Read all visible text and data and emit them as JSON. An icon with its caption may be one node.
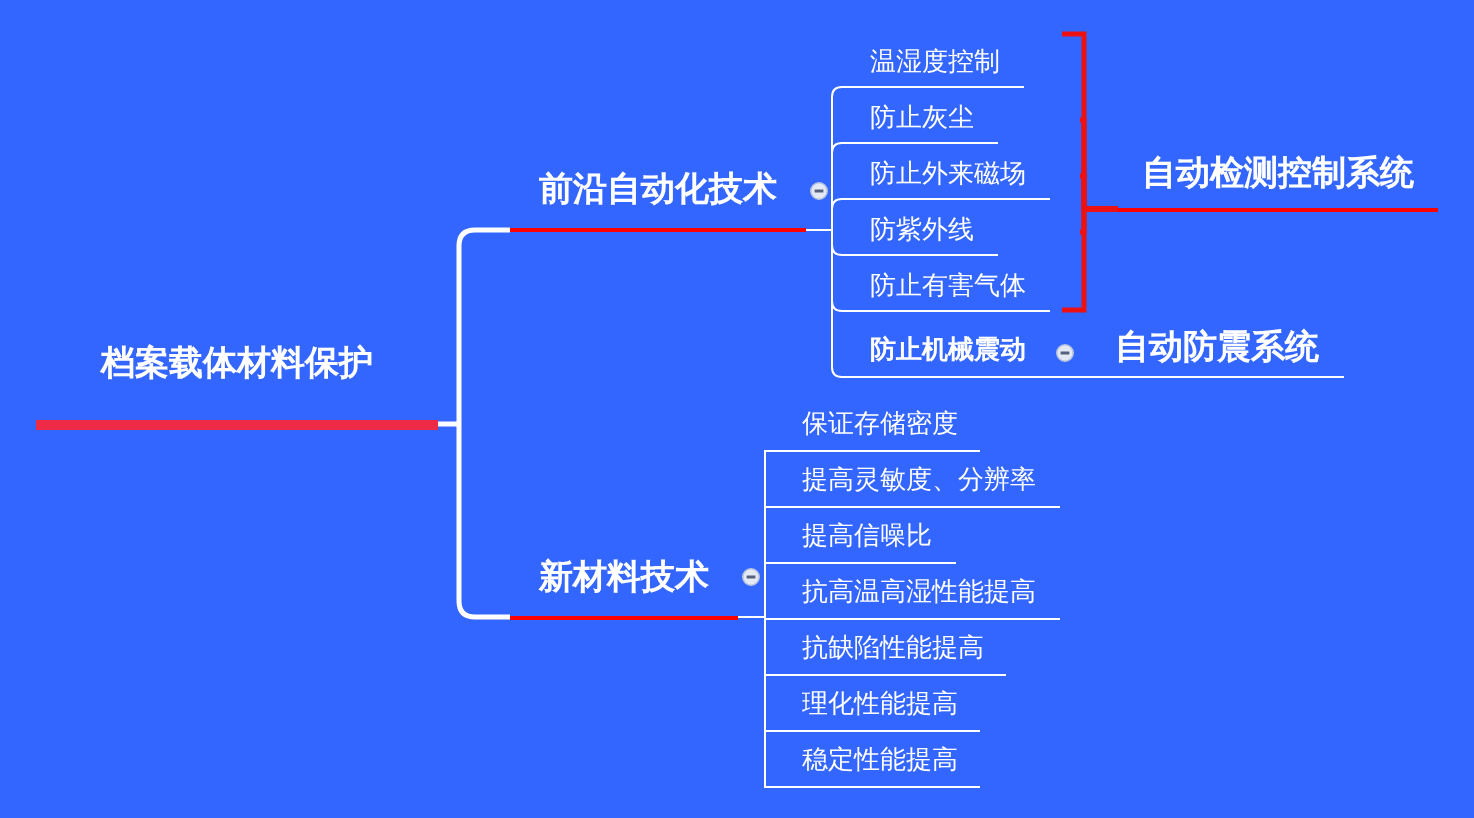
{
  "diagram": {
    "nodes": [
      {
        "text": [
          "档案载体材料保护"
        ]
      },
      {
        "text": [
          "前沿自动化技术"
        ]
      },
      {
        "text": [
          "温湿度控制"
        ]
      },
      {
        "text": [
          "防止灰尘"
        ]
      },
      {
        "text": [
          "防止外来磁场"
        ]
      },
      {
        "text": [
          "防紫外线"
        ]
      },
      {
        "text": [
          "防止有害气体"
        ]
      },
      {
        "text": [
          "防止机械震动"
        ]
      },
      {
        "text": [
          "自动防震系统"
        ]
      },
      {
        "text": [
          "自动检测控制系统"
        ]
      },
      {
        "text": [
          "新材料技术"
        ]
      },
      {
        "text": [
          "保证存储密度"
        ]
      },
      {
        "text": [
          "提高灵敏度、分辨率"
        ]
      },
      {
        "text": [
          "提高信噪比"
        ]
      },
      {
        "text": [
          "抗高温高湿性能提高"
        ]
      },
      {
        "text": [
          "抗缺陷性能提高"
        ]
      },
      {
        "text": [
          "理化性能提高"
        ]
      },
      {
        "text": [
          "稳定性能提高"
        ]
      }
    ],
    "edges": [
      {
        "from": 0,
        "to": 1,
        "arrow": "none",
        "style": "thick"
      },
      {
        "from": 0,
        "to": 10,
        "arrow": "none",
        "style": "thick"
      },
      {
        "from": 1,
        "to": 2,
        "arrow": "none"
      },
      {
        "from": 1,
        "to": 3,
        "arrow": "none"
      },
      {
        "from": 1,
        "to": 4,
        "arrow": "none"
      },
      {
        "from": 1,
        "to": 5,
        "arrow": "none"
      },
      {
        "from": 1,
        "to": 6,
        "arrow": "none"
      },
      {
        "from": 1,
        "to": 7,
        "arrow": "none"
      },
      {
        "from": 7,
        "to": 8,
        "arrow": "none"
      },
      {
        "from": 2,
        "to": 9,
        "arrow": "none",
        "style": "thick",
        "color": "#ee1111"
      },
      {
        "from": 3,
        "to": 9,
        "arrow": "none",
        "style": "thick",
        "color": "#ee1111"
      },
      {
        "from": 4,
        "to": 9,
        "arrow": "none",
        "style": "thick",
        "color": "#ee1111"
      },
      {
        "from": 5,
        "to": 9,
        "arrow": "none",
        "style": "thick",
        "color": "#ee1111"
      },
      {
        "from": 6,
        "to": 9,
        "arrow": "none",
        "style": "thick",
        "color": "#ee1111"
      },
      {
        "from": 10,
        "to": 11,
        "arrow": "none"
      },
      {
        "from": 10,
        "to": 12,
        "arrow": "none"
      },
      {
        "from": 10,
        "to": 13,
        "arrow": "none"
      },
      {
        "from": 10,
        "to": 14,
        "arrow": "none"
      },
      {
        "from": 10,
        "to": 15,
        "arrow": "none"
      },
      {
        "from": 10,
        "to": 16,
        "arrow": "none"
      },
      {
        "from": 10,
        "to": 17,
        "arrow": "none"
      }
    ]
  }
}
